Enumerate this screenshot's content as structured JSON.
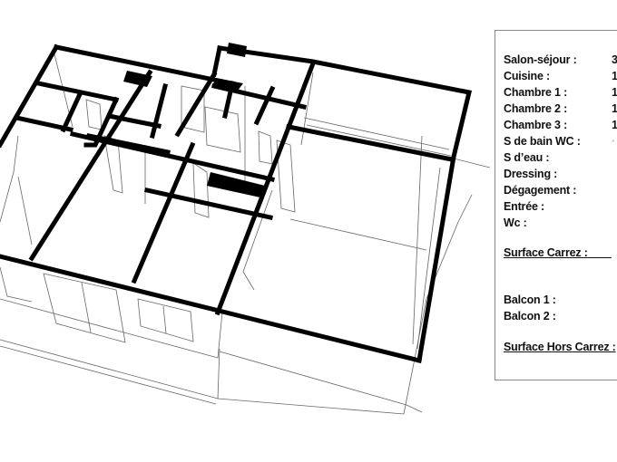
{
  "legend": {
    "rooms": [
      {
        "label": "Salon-séjour :",
        "value": "3"
      },
      {
        "label": "Cuisine :",
        "value": "1"
      },
      {
        "label": "Chambre 1 :",
        "value": "1"
      },
      {
        "label": "Chambre 2 :",
        "value": "1"
      },
      {
        "label": "Chambre 3 :",
        "value": "1"
      },
      {
        "label": "S de bain WC :",
        "value": "·"
      },
      {
        "label": "S d’eau :",
        "value": ""
      },
      {
        "label": "Dressing :",
        "value": ""
      },
      {
        "label": "Dégagement :",
        "value": ""
      },
      {
        "label": "Entrée :",
        "value": ""
      },
      {
        "label": "Wc :",
        "value": ""
      }
    ],
    "surface_carrez_label": "Surface Carrez :",
    "balconies": [
      {
        "label": "Balcon 1 :",
        "value": ""
      },
      {
        "label": "Balcon 2 :",
        "value": ""
      }
    ],
    "surface_hors_carrez_label": "Surface Hors Carrez :"
  },
  "colors": {
    "wall": "#000000",
    "line": "#555555",
    "background": "#ffffff",
    "panel_border": "#8a8a8a"
  }
}
